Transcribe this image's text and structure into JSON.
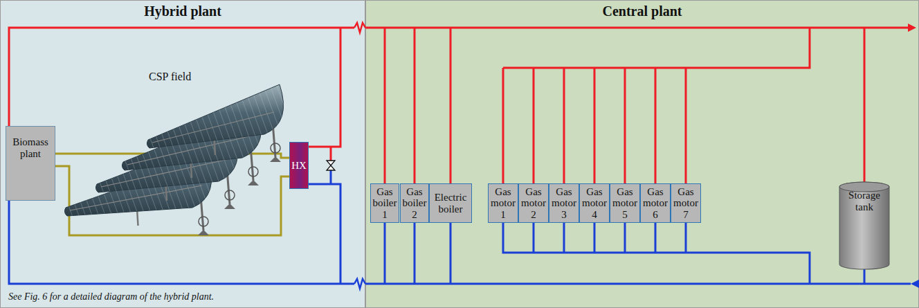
{
  "diagram": {
    "nodes": [
      {
        "text": [
          "Hybrid plant"
        ]
      },
      {
        "text": [
          "Central plant"
        ]
      },
      {
        "text": [
          "Biomass plant"
        ],
        "in": 0
      },
      {
        "text": [
          "HX"
        ],
        "in": 0
      },
      {
        "text": [
          "Gas boiler 1"
        ],
        "in": 1
      },
      {
        "text": [
          "Gas boiler 2"
        ],
        "in": 1
      },
      {
        "text": [
          "Electric boiler"
        ],
        "in": 1
      },
      {
        "text": [
          "Gas motor 1"
        ],
        "in": 1
      },
      {
        "text": [
          "Gas motor 2"
        ],
        "in": 1
      },
      {
        "text": [
          "Gas motor 3"
        ],
        "in": 1
      },
      {
        "text": [
          "Gas motor 4"
        ],
        "in": 1
      },
      {
        "text": [
          "Gas motor 5"
        ],
        "in": 1
      },
      {
        "text": [
          "Gas motor 6"
        ],
        "in": 1
      },
      {
        "text": [
          "Gas motor 7"
        ],
        "in": 1
      },
      {
        "text": [
          "Storage tank"
        ],
        "in": 1
      }
    ],
    "edges": [
      {
        "from": 2,
        "to": 3,
        "arrow": "none"
      },
      {
        "from": 2,
        "to": 3,
        "arrow": "none"
      }
    ],
    "labels": [
      "CSP field",
      "See Fig. 6 for a detailed diagram of the hybrid plant."
    ]
  }
}
